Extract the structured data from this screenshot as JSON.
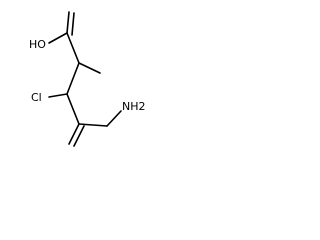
{
  "molecule": {
    "atom_labels": {
      "hydroxyl": "HO",
      "chloro": "Cl",
      "amino": "NH2"
    },
    "colors": {
      "bond": "#000000",
      "text": "#000000",
      "background": "#ffffff"
    }
  }
}
